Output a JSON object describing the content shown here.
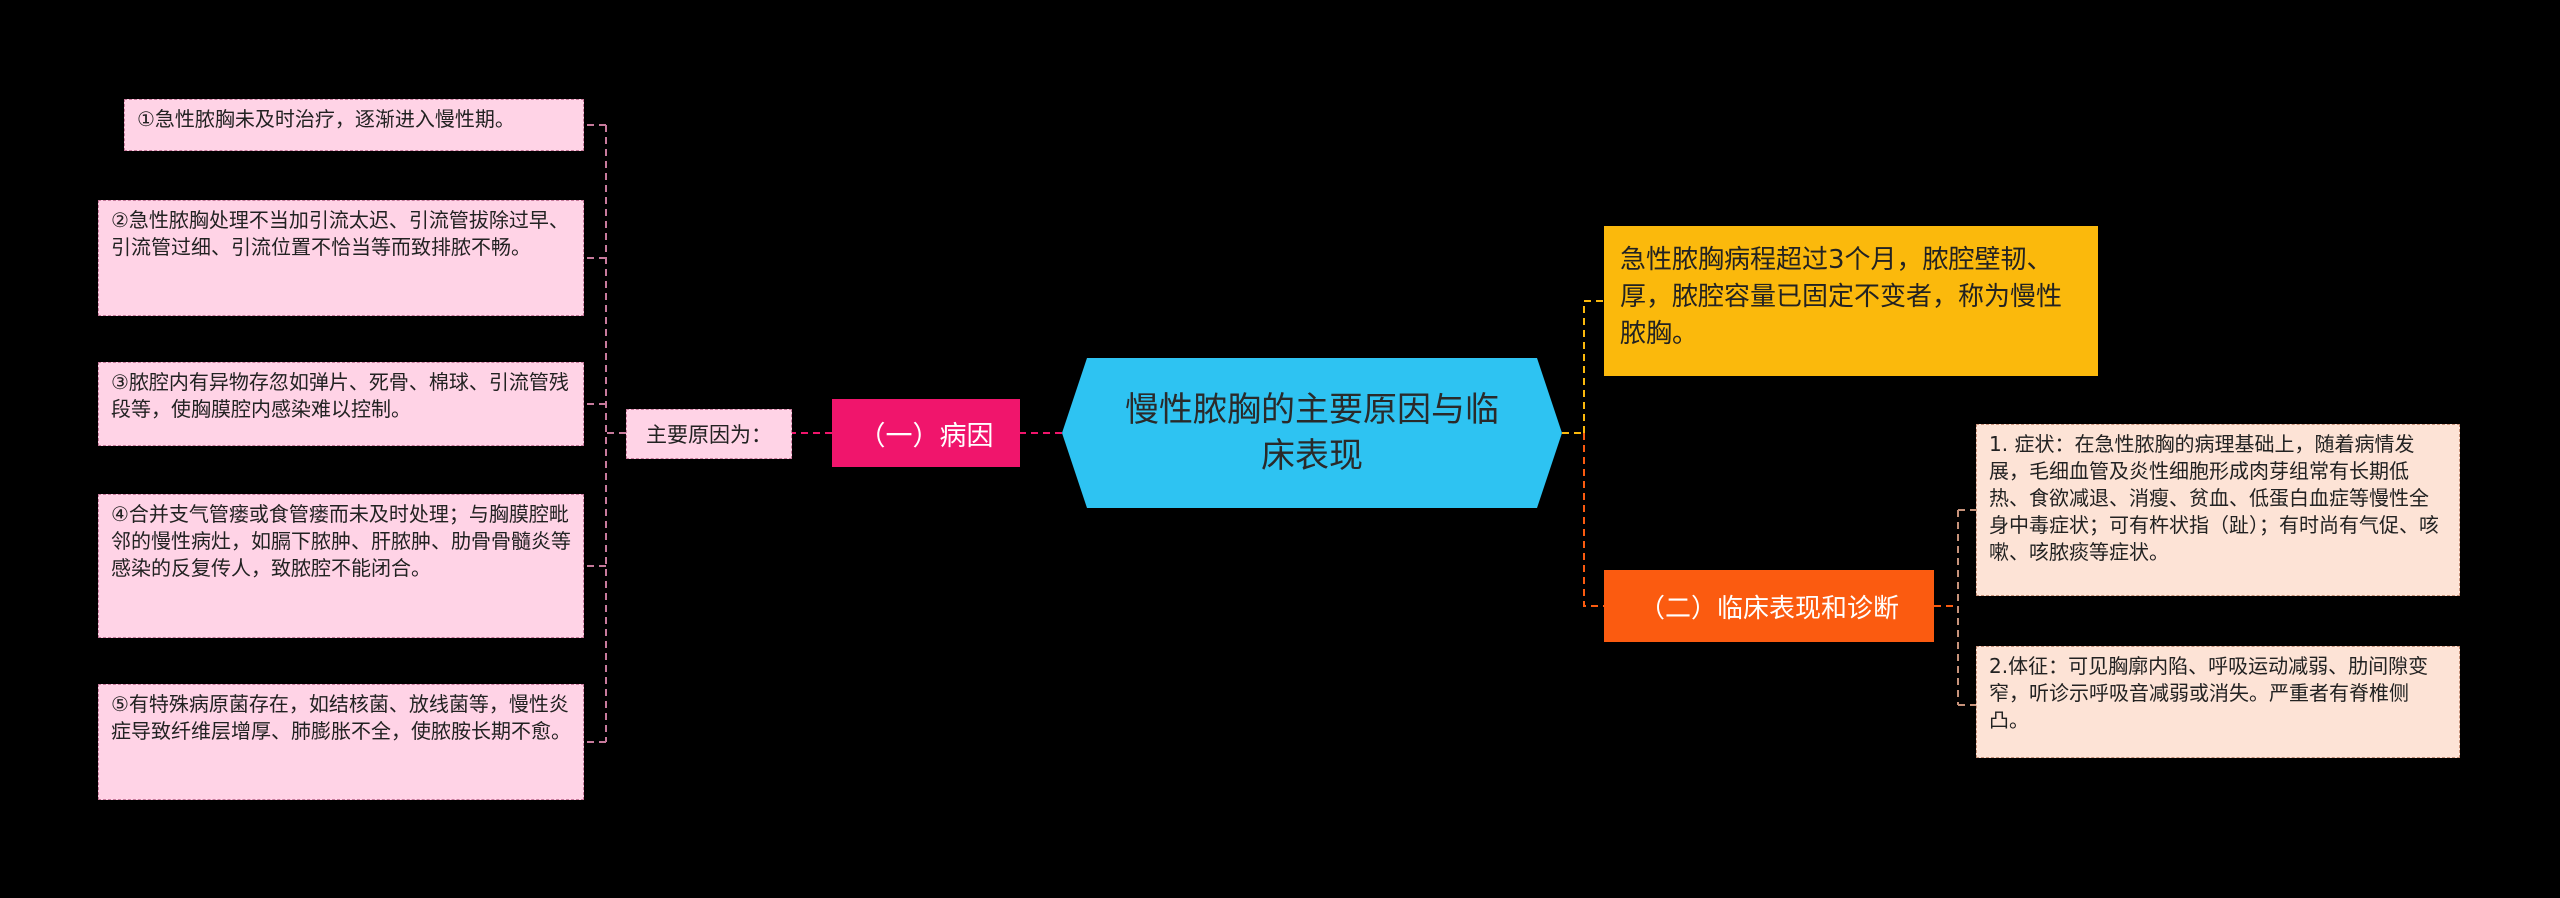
{
  "center_topic": "慢性脓胸的主要原因与临床表现",
  "definition": "急性脓胸病程超过3个月，脓腔壁韧、厚，脓腔容量已固定不变者，称为慢性脓胸。",
  "causes_branch": {
    "title": "（一）病因",
    "label": "主要原因为：",
    "items": [
      "①急性脓胸未及时治疗，逐渐进入慢性期。",
      "②急性脓胸处理不当加引流太迟、引流管拔除过早、引流管过细、引流位置不恰当等而致排脓不畅。",
      "③脓腔内有异物存忽如弹片、死骨、棉球、引流管残段等，使胸膜腔内感染难以控制。",
      "④合并支气管瘘或食管瘘而未及时处理；与胸膜腔毗邻的慢性病灶，如膈下脓肿、肝脓肿、肋骨骨髓炎等感染的反复传人，致脓腔不能闭合。",
      "⑤有特殊病原菌存在，如结核菌、放线菌等，慢性炎症导致纤维层增厚、肺膨胀不全，使脓胺长期不愈。"
    ]
  },
  "clinical_branch": {
    "title": "（二）临床表现和诊断",
    "items": [
      "1. 症状：在急性脓胸的病理基础上，随着病情发展，毛细血管及炎性细胞形成肉芽组常有长期低热、食欲减退、消瘦、贫血、低蛋白血症等慢性全身中毒症状；可有杵状指（趾）；有时尚有气促、咳嗽、咳脓痰等症状。",
      "2.体征：可见胸廓内陷、呼吸运动减弱、肋间隙变窄，听诊示呼吸音减弱或消失。严重者有脊椎侧凸。"
    ]
  },
  "colors": {
    "center": "#2ec3f2",
    "cause": "#f0156c",
    "definition": "#fbb90c",
    "clinical": "#fb5b10",
    "leaf_pink": "#ffd3e6",
    "leaf_peach": "#fde3d6"
  }
}
